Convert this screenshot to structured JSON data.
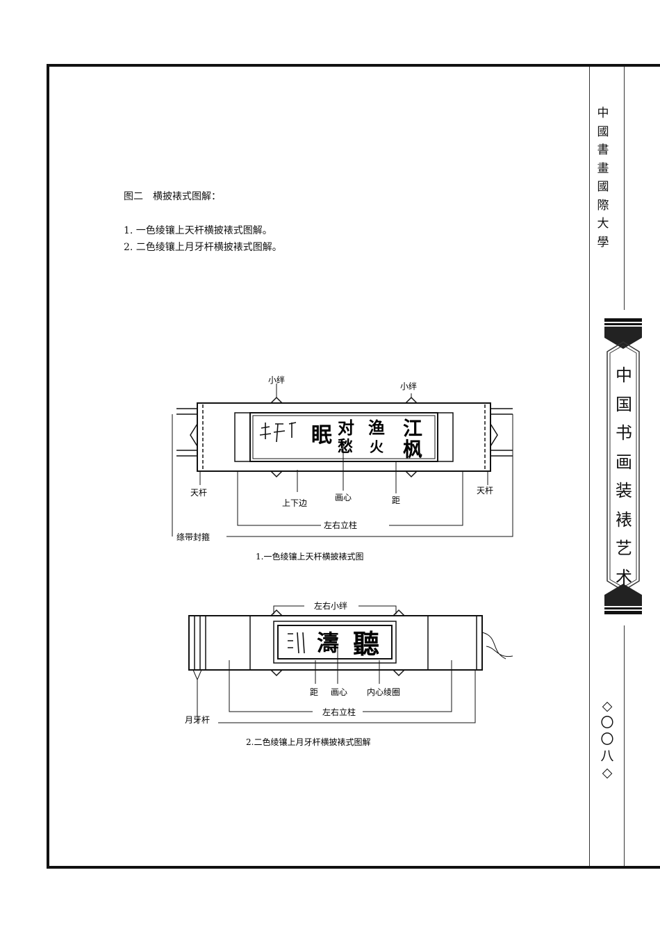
{
  "figure_heading": "图二　横披裱式图解：",
  "list_items": [
    "1. 一色绫镶上天杆横披裱式图解。",
    "2. 二色绫镶上月牙杆横披裱式图解。"
  ],
  "sidebar": {
    "series_title_chars": [
      "中",
      "國",
      "書",
      "畫",
      "國",
      "際",
      "大",
      "學"
    ],
    "book_title_chars": [
      "中",
      "国",
      "书",
      "画",
      "装",
      "裱",
      "艺",
      "术"
    ],
    "page_number_chars": [
      "◇",
      "〇",
      "〇",
      "八",
      "◇"
    ]
  },
  "diagram1": {
    "label_ties_left": "小绊",
    "label_ties_right": "小绊",
    "label_rod_left": "天杆",
    "label_rod_right": "天杆",
    "label_borders": "上下边",
    "label_center": "画心",
    "label_gap": "距",
    "label_pillars": "左右立柱",
    "label_ribbon": "绦带封箍",
    "calligraphy_col1": "江",
    "calligraphy_col1b": "枫",
    "calligraphy_col2": "渔",
    "calligraphy_col2b": "火",
    "calligraphy_col3": "对",
    "calligraphy_col3b": "愁",
    "calligraphy_col4": "眠",
    "caption": "1.一色绫镶上天杆横披裱式图"
  },
  "diagram2": {
    "label_ties": "左右小绊",
    "label_gap": "距",
    "label_center": "画心",
    "label_inner": "内心绫圈",
    "label_pillars": "左右立柱",
    "label_rod": "月牙杆",
    "calligraphy_chars": [
      "聽",
      "濤"
    ],
    "caption": "2.二色绫镶上月牙杆横披裱式图解"
  },
  "colors": {
    "ink": "#111111",
    "paper": "#ffffff"
  }
}
